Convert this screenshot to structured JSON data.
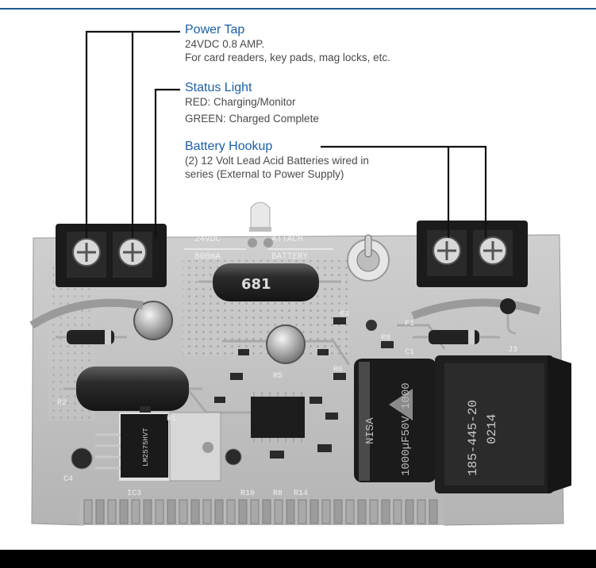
{
  "callouts": {
    "power_tap": {
      "title": "Power Tap",
      "lines": [
        "24VDC 0.8 AMP.",
        "For card readers, key pads, mag locks, etc."
      ]
    },
    "status_light": {
      "title": "Status Light",
      "lines": [
        "RED: Charging/Monitor",
        "GREEN: Charged Complete"
      ]
    },
    "battery_hookup": {
      "title": "Battery Hookup",
      "lines": [
        "(2) 12 Volt Lead Acid Batteries wired in",
        "series (External to Power Supply)"
      ]
    }
  },
  "board_markings": {
    "left_terminal": "24VDC",
    "left_terminal_sub": "800mA",
    "right_terminal": "ATTACH",
    "right_terminal_sub": "BATTERY",
    "resistor": "681",
    "capacitor_big": "1000µF50V 1000",
    "capacitor_brand": "NISA",
    "relay_code": "185-445-20",
    "relay_date": "0214",
    "ic_name": "LM2575HVT",
    "ref_ic3": "IC3",
    "ref_r10": "R10",
    "ref_r8": "R8",
    "ref_r14": "R14",
    "ref_j3": "J3",
    "ref_f1": "F1",
    "ref_c1": "C1",
    "ref_r9": "R9",
    "ref_r2": "R2",
    "ref_r1": "R1",
    "ref_r6": "R6",
    "ref_r5": "R5",
    "ref_r3": "R3",
    "ref_c4": "C4"
  },
  "colors": {
    "accent_blue": "#1a5fa8",
    "rule_blue": "#1f5a94",
    "pcb_light": "#c6c6c6",
    "pcb_dark": "#8e8e8e",
    "terminal_black": "#1b1b1b"
  }
}
